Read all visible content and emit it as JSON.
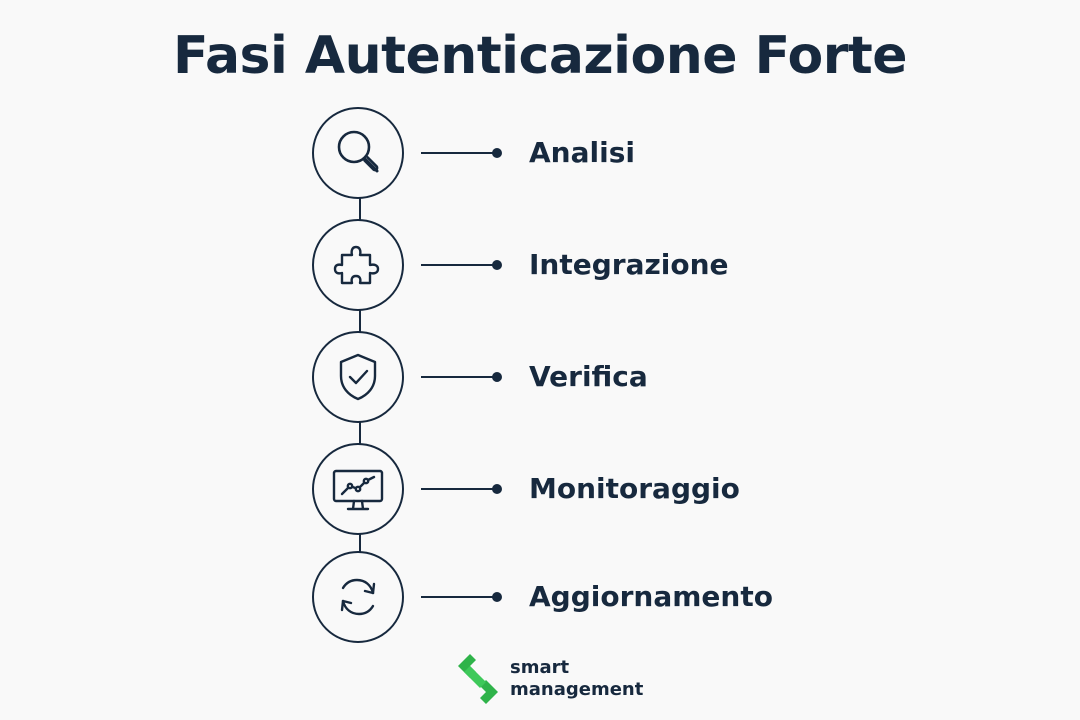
{
  "title": "Fasi Autenticazione Forte",
  "steps": [
    {
      "label": "Analisi",
      "icon": "magnifier-icon"
    },
    {
      "label": "Integrazione",
      "icon": "puzzle-piece-icon"
    },
    {
      "label": "Verifica",
      "icon": "shield-check-icon"
    },
    {
      "label": "Monitoraggio",
      "icon": "monitor-chart-icon"
    },
    {
      "label": "Aggiornamento",
      "icon": "refresh-icon"
    }
  ],
  "brand": {
    "line1": "smart",
    "line2": "management",
    "logo_icon": "smart-management-logo",
    "color": "#2fb34a"
  },
  "colors": {
    "ink": "#17293e",
    "background": "#f9f9f9"
  }
}
